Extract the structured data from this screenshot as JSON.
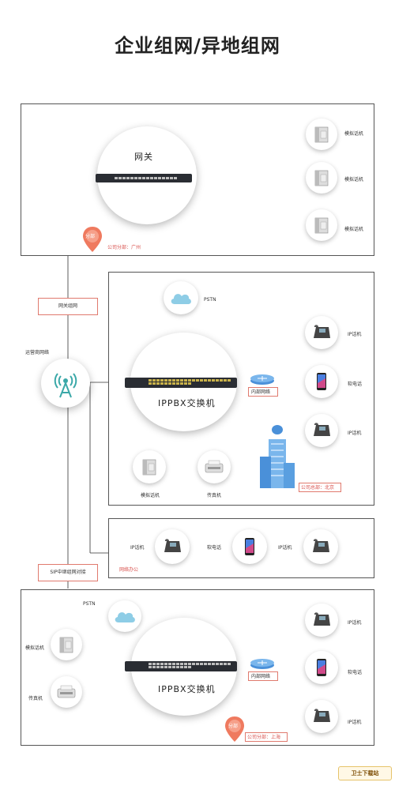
{
  "title": "企业组网/异地组网",
  "top_panel": {
    "gateway_label": "网关",
    "phones": [
      "模拟话机",
      "模拟话机",
      "模拟话机"
    ],
    "pin_label": "分部",
    "branch_label": "公司分部：广州"
  },
  "tags": {
    "gateway_network": "网关组网",
    "sip_trunk": "SIP中继组网对接"
  },
  "operator_label": "运营商网络",
  "hq_panel": {
    "pstn_label": "PSTN",
    "ippbx_label": "IPPBX交换机",
    "router_label": "内部网络",
    "phones": [
      "IP话机",
      "软电话",
      "IP话机"
    ],
    "fax_devices": [
      "模拟话机",
      "传真机"
    ],
    "hq_label": "公司总部：北京"
  },
  "mobile_panel": {
    "phones": [
      "IP话机",
      "软电话",
      "IP话机"
    ],
    "label": "网络办公"
  },
  "bottom_panel": {
    "pstn_label": "PSTN",
    "ippbx_label": "IPPBX交换机",
    "router_label": "内部网络",
    "left_devices": [
      "模拟话机",
      "传真机"
    ],
    "phones": [
      "IP话机",
      "软电话",
      "IP话机"
    ],
    "pin_label": "分部",
    "branch_label": "公司分部：上海"
  },
  "watermark": "卫士下载站",
  "colors": {
    "accent_red": "#e07a6e",
    "pin_orange": "#ef7a5f",
    "teal": "#3aa8a8",
    "cloud_blue": "#8ecde6",
    "building_blue": "#4a90d9"
  }
}
